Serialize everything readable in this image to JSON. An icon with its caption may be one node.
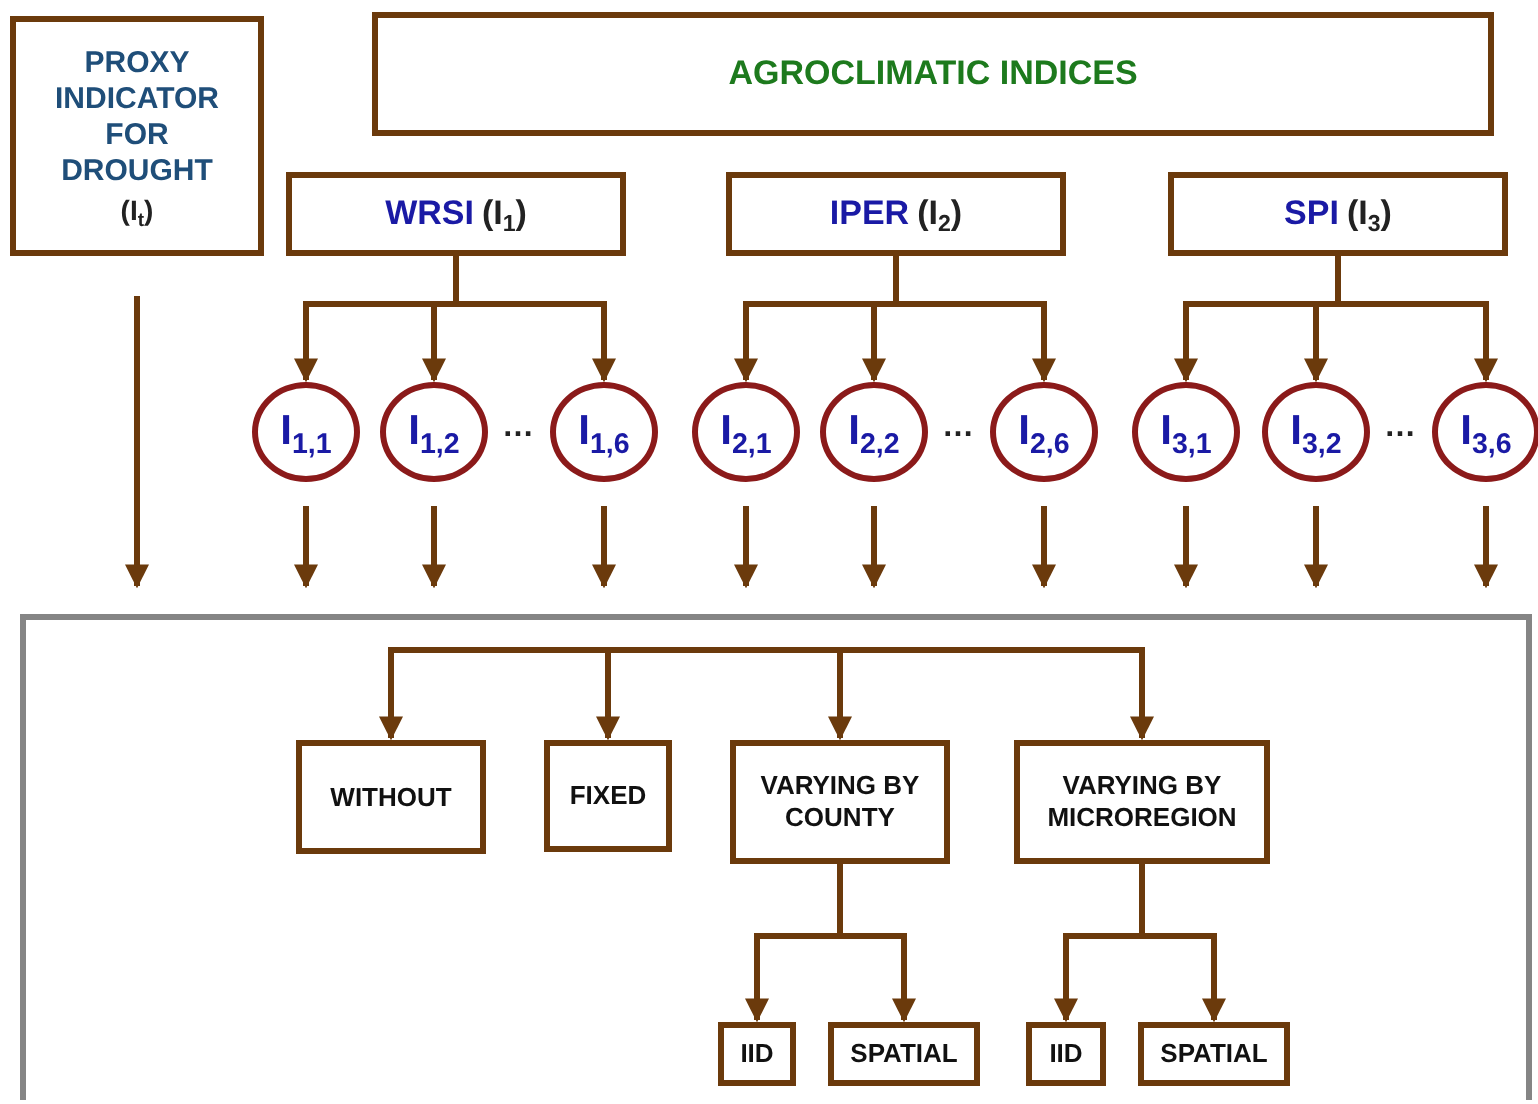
{
  "diagram": {
    "nodes": [
      {
        "text": [
          "PROXY INDICATOR FOR DROUGHT",
          "(I$_{t}$)"
        ]
      },
      {
        "text": [
          "AGROCLIMATIC INDICES"
        ]
      },
      {
        "text": [
          "WRSI",
          "(I$_{1}$)"
        ]
      },
      {
        "text": [
          "IPER",
          "(I$_{2}$)"
        ]
      },
      {
        "text": [
          "SPI",
          "(I$_{3}$)"
        ]
      },
      {
        "text": [
          "I$_{1,1}$"
        ]
      },
      {
        "text": [
          "I$_{1,2}$"
        ]
      },
      {
        "text": [
          "I$_{1,6}$"
        ]
      },
      {
        "text": [
          "I$_{2,1}$"
        ]
      },
      {
        "text": [
          "I$_{2,2}$"
        ]
      },
      {
        "text": [
          "I$_{2,6}$"
        ]
      },
      {
        "text": [
          "I$_{3,1}$"
        ]
      },
      {
        "text": [
          "I$_{3,2}$"
        ]
      },
      {
        "text": [
          "I$_{3,6}$"
        ]
      },
      {
        "text": [],
        "shape": "box"
      },
      {
        "text": [
          "WITHOUT"
        ],
        "in": 14
      },
      {
        "text": [
          "FIXED"
        ],
        "in": 14
      },
      {
        "text": [
          "VARYING BY COUNTY"
        ],
        "in": 14
      },
      {
        "text": [
          "VARYING BY MICROREGION"
        ],
        "in": 14
      },
      {
        "text": [
          "IID"
        ],
        "in": 14
      },
      {
        "text": [
          "SPATIAL"
        ],
        "in": 14
      },
      {
        "text": [
          "IID"
        ],
        "in": 14
      },
      {
        "text": [
          "SPATIAL"
        ],
        "in": 14
      }
    ],
    "edges": [
      {
        "from": 2,
        "to": 5,
        "arrow": "to"
      },
      {
        "from": 2,
        "to": 6,
        "arrow": "to"
      },
      {
        "from": 2,
        "to": 7,
        "arrow": "to"
      },
      {
        "from": 3,
        "to": 8,
        "arrow": "to"
      },
      {
        "from": 3,
        "to": 9,
        "arrow": "to"
      },
      {
        "from": 3,
        "to": 10,
        "arrow": "to"
      },
      {
        "from": 4,
        "to": 11,
        "arrow": "to"
      },
      {
        "from": 4,
        "to": 12,
        "arrow": "to"
      },
      {
        "from": 4,
        "to": 13,
        "arrow": "to"
      },
      {
        "from": 0,
        "to": 14,
        "arrow": "to"
      },
      {
        "from": 5,
        "to": 14,
        "arrow": "to"
      },
      {
        "from": 6,
        "to": 14,
        "arrow": "to"
      },
      {
        "from": 7,
        "to": 14,
        "arrow": "to"
      },
      {
        "from": 8,
        "to": 14,
        "arrow": "to"
      },
      {
        "from": 9,
        "to": 14,
        "arrow": "to"
      },
      {
        "from": 10,
        "to": 14,
        "arrow": "to"
      },
      {
        "from": 11,
        "to": 14,
        "arrow": "to"
      },
      {
        "from": 12,
        "to": 14,
        "arrow": "to"
      },
      {
        "from": 13,
        "to": 14,
        "arrow": "to"
      },
      {
        "from": null,
        "to": 15,
        "arrow": "to"
      },
      {
        "from": null,
        "to": 16,
        "arrow": "to"
      },
      {
        "from": null,
        "to": 17,
        "arrow": "to"
      },
      {
        "from": null,
        "to": 18,
        "arrow": "to"
      },
      {
        "from": 17,
        "to": 19,
        "arrow": "to"
      },
      {
        "from": 17,
        "to": 20,
        "arrow": "to"
      },
      {
        "from": 18,
        "to": 21,
        "arrow": "to"
      },
      {
        "from": 18,
        "to": 22,
        "arrow": "to"
      }
    ],
    "labels": [
      "…",
      "…",
      "…"
    ]
  }
}
